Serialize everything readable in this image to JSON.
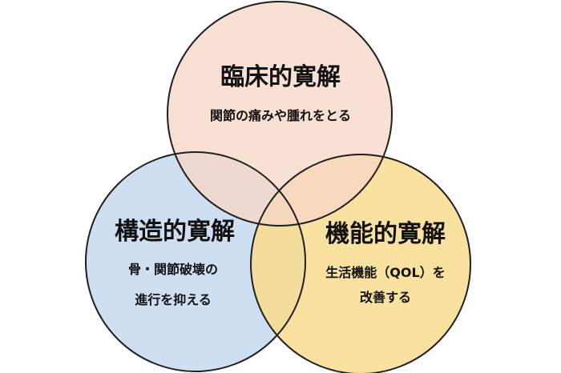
{
  "diagram": {
    "colors": {
      "clinical": "#f6d7c6",
      "structural": "#c5d9ee",
      "functional": "#f8dd8e",
      "outline": "#1f1f1f"
    },
    "circles": [
      {
        "key": "clinical",
        "title": "臨床的寛解",
        "lines": [
          "関節の痛みや腫れをとる"
        ]
      },
      {
        "key": "structural",
        "title": "構造的寛解",
        "lines": [
          "骨・関節破壊の",
          "進行を抑える"
        ]
      },
      {
        "key": "functional",
        "title": "機能的寛解",
        "lines": [
          "生活機能（QOL）を",
          "改善する"
        ]
      }
    ]
  }
}
